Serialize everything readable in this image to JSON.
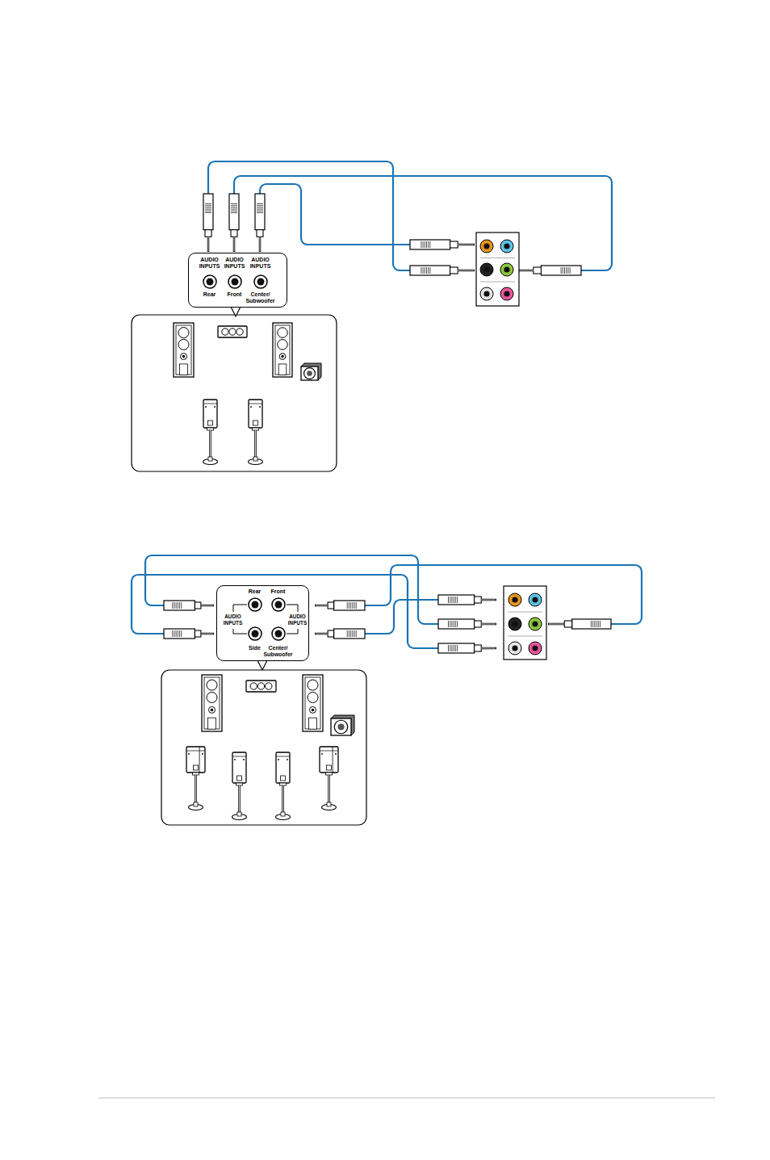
{
  "diagram": {
    "nodes": [
      {
        "text": [
          "AUDIO INPUTS",
          "AUDIO INPUTS",
          "AUDIO INPUTS",
          "Rear",
          "Front",
          "Center/ Subwoofer"
        ]
      },
      {
        "text": [
          "Rear",
          "Front",
          "AUDIO INPUTS",
          "AUDIO INPUTS",
          "Side",
          "Center/ Subwoofer"
        ]
      }
    ],
    "edges": []
  }
}
